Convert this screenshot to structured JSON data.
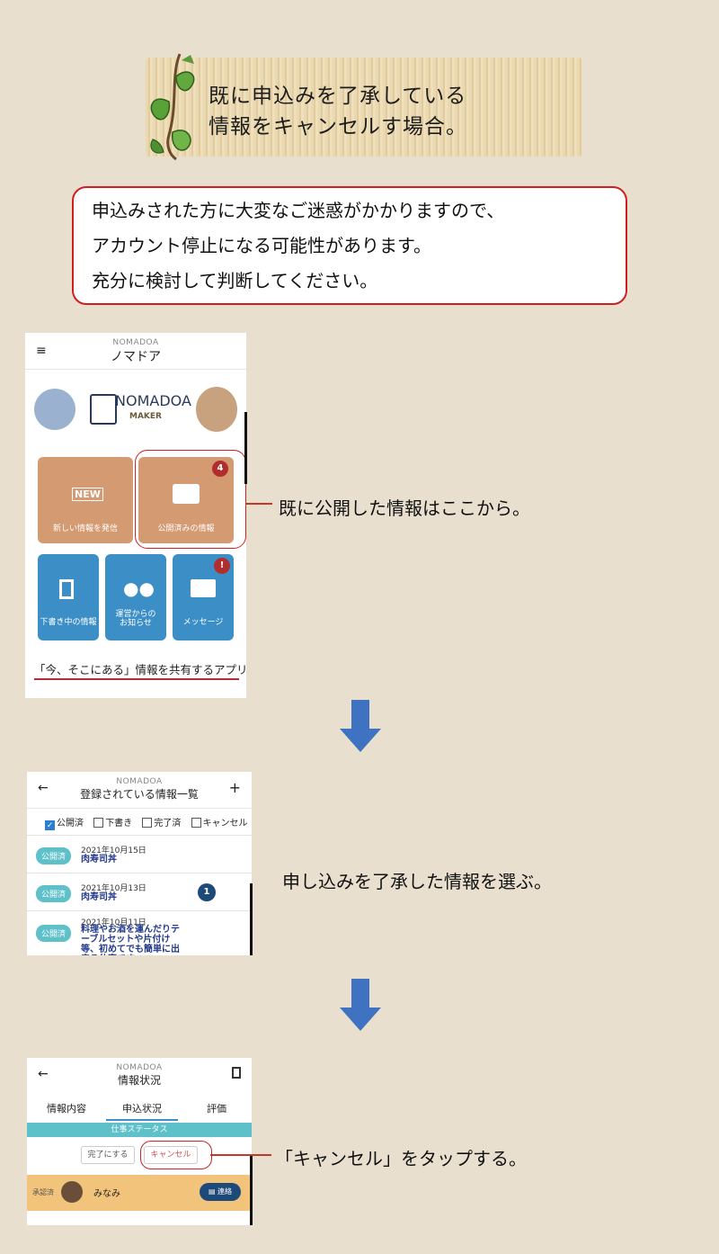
{
  "banner": {
    "line1": "既に申込みを了承している",
    "line2": "情報をキャンセルす場合。"
  },
  "warning": {
    "line1": "申込みされた方に大変なご迷惑がかかりますので、",
    "line2": "アカウント停止になる可能性があります。",
    "line3": "充分に検討して判断してください。"
  },
  "screen1": {
    "brand_small": "NOMADOA",
    "title": "ノマドア",
    "logo_name": "NOMADOA",
    "logo_sub": "MAKER",
    "tiles": {
      "new_badge": "NEW",
      "new_label": "新しい情報を発信",
      "published_label": "公開済みの情報",
      "published_count": "4",
      "draft_label": "下書き中の情報",
      "notice_label": "運営からのお知らせ",
      "message_label": "メッセージ",
      "message_badge": "!"
    },
    "tagline": "「今、そこにある」情報を共有するアプリ",
    "note": "既に公開した情報はここから。"
  },
  "screen2": {
    "brand_small": "NOMADOA",
    "title": "登録されている情報一覧",
    "back": "←",
    "add": "+",
    "filters": [
      {
        "label": "公開済",
        "checked": true
      },
      {
        "label": "下書き",
        "checked": false
      },
      {
        "label": "完了済",
        "checked": false
      },
      {
        "label": "キャンセル",
        "checked": false
      }
    ],
    "rows": [
      {
        "status": "公開済",
        "date": "2021年10月15日",
        "title": "肉寿司丼",
        "count": ""
      },
      {
        "status": "公開済",
        "date": "2021年10月13日",
        "title": "肉寿司丼",
        "count": "1"
      },
      {
        "status": "公開済",
        "date": "2021年10月11日",
        "title": "料理やお酒を運んだりテーブルセットや片付け等、初めてでも簡単に出来る仕事です。",
        "count": ""
      }
    ],
    "note": "申し込みを了承した情報を選ぶ。"
  },
  "screen3": {
    "brand_small": "NOMADOA",
    "title": "情報状況",
    "back": "←",
    "tabs": [
      "情報内容",
      "申込状況",
      "評価"
    ],
    "status_header": "仕事ステータス",
    "complete_btn": "完了にする",
    "cancel_btn": "キャンセル",
    "applicant_status": "承認済",
    "applicant_name": "みなみ",
    "contact_btn": "連絡",
    "note": "「キャンセル」をタップする。"
  },
  "colors": {
    "accent_red": "#d01f1f",
    "tile_orange": "#d49a72",
    "tile_blue": "#3c8fc6",
    "arrow_blue": "#3f72c0",
    "pill_teal": "#5ec0c9"
  }
}
